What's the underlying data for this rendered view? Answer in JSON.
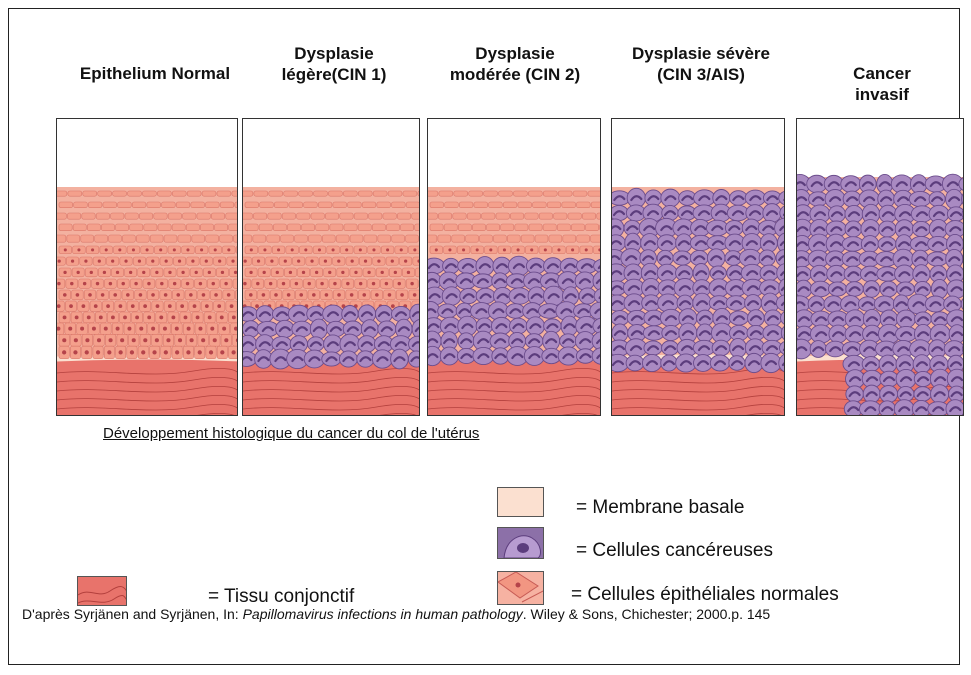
{
  "stages": [
    {
      "title": "Epithelium Normal"
    },
    {
      "title": "Dysplasie\nlégère(CIN 1)"
    },
    {
      "title": "Dysplasie\nmodérée (CIN 2)"
    },
    {
      "title": "Dysplasie sévère\n(CIN 3/AIS)"
    },
    {
      "title": "Cancer\ninvasif"
    }
  ],
  "caption": "Développement histologique du cancer du col de l'utérus",
  "legend": {
    "membrane": "= Membrane basale",
    "cancer_cells": "= Cellules cancéreuses",
    "connective": "= Tissu conjonctif",
    "normal_cells": "= Cellules épithéliales normales"
  },
  "reference": {
    "prefix": "D'après Syrjänen and Syrjänen, In: ",
    "title": "Papillomavirus infections in human pathology",
    "suffix": ". Wiley & Sons, Chichester; 2000.p. 145"
  },
  "colors": {
    "normal_cell": "#f4a08c",
    "normal_nucleus": "#b5434a",
    "cancer_cell": "#a98ac2",
    "cancer_nucleus": "#5c3d7d",
    "membrane": "#fbe0d0",
    "connective": "#e8736b",
    "connective_line": "#b3403d"
  }
}
